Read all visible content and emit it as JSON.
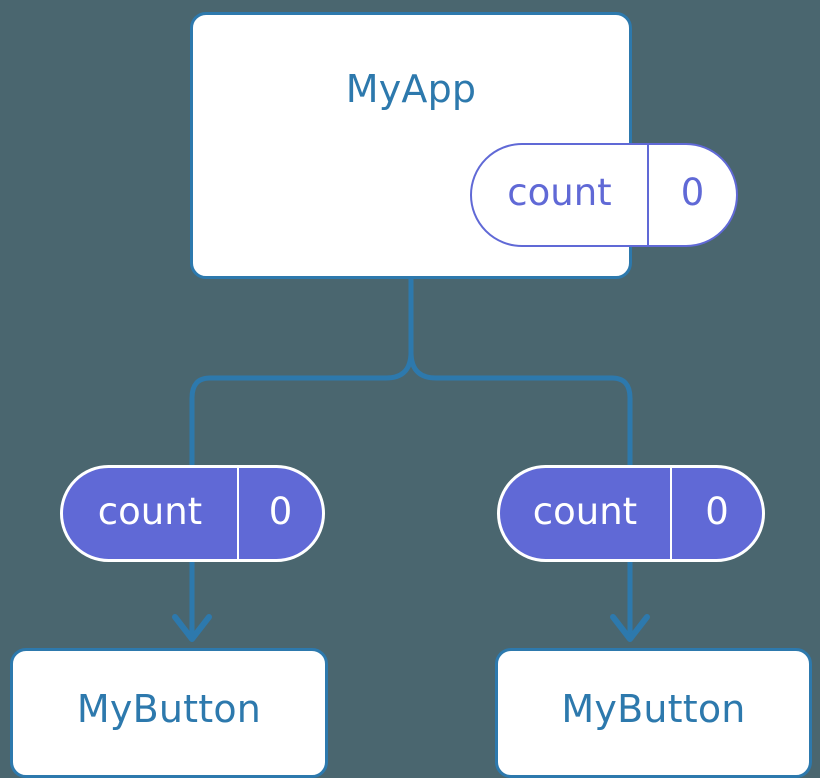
{
  "diagram": {
    "title_text": "MyApp",
    "background_color": "#4a666f",
    "accent_blue": "#2d79ad",
    "accent_purple": "#6069d6",
    "card_fill": "#ffffff"
  },
  "root_component": {
    "name": "MyApp",
    "state": {
      "key": "count",
      "value": "0"
    }
  },
  "children": [
    {
      "name": "MyButton",
      "state": {
        "key": "count",
        "value": "0"
      }
    },
    {
      "name": "MyButton",
      "state": {
        "key": "count",
        "value": "0"
      }
    }
  ]
}
